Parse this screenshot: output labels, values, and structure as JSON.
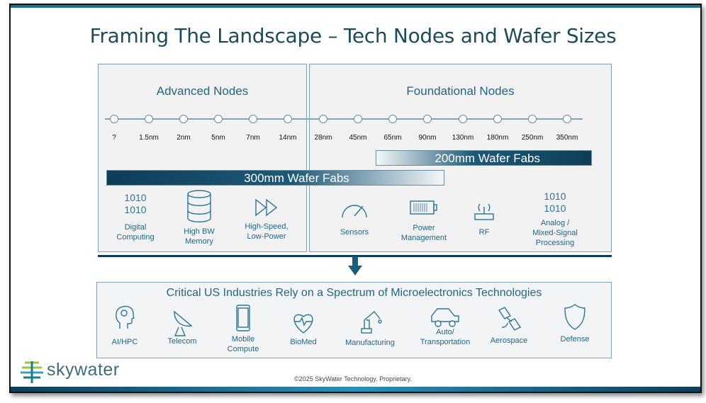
{
  "title": "Framing The Landscape – Tech Nodes and Wafer Sizes",
  "advanced": {
    "title": "Advanced Nodes",
    "apps": [
      {
        "icon": "binary-icon",
        "label": "Digital\nComputing"
      },
      {
        "icon": "database-icon",
        "label": "High BW\nMemory"
      },
      {
        "icon": "fast-forward-icon",
        "label": "High-Speed,\nLow-Power"
      }
    ]
  },
  "foundational": {
    "title": "Foundational Nodes",
    "apps": [
      {
        "icon": "gauge-icon",
        "label": "Sensors"
      },
      {
        "icon": "battery-icon",
        "label": "Power\nManagement"
      },
      {
        "icon": "router-icon",
        "label": "RF"
      },
      {
        "icon": "binary-icon",
        "label": "Analog /\nMixed-Signal\nProcessing"
      }
    ]
  },
  "nodes": [
    "?",
    "1.5nm",
    "2nm",
    "5nm",
    "7nm",
    "14nm",
    "28nm",
    "45nm",
    "65nm",
    "90nm",
    "130nm",
    "180nm",
    "250nm",
    "350nm"
  ],
  "wafer_200": "200mm Wafer Fabs",
  "wafer_300": "300mm Wafer Fabs",
  "industries": {
    "title": "Critical US Industries Rely on a Spectrum of Microelectronics Technologies",
    "items": [
      {
        "icon": "ai-head-icon",
        "label": "AI/HPC"
      },
      {
        "icon": "satellite-dish-icon",
        "label": "Telecom"
      },
      {
        "icon": "mobile-phone-icon",
        "label": "Mobile\nCompute"
      },
      {
        "icon": "heart-pulse-icon",
        "label": "BioMed"
      },
      {
        "icon": "robot-arm-icon",
        "label": "Manufacturing"
      },
      {
        "icon": "car-icon",
        "label": "Auto/\nTransportation"
      },
      {
        "icon": "satellite-icon",
        "label": "Aerospace"
      },
      {
        "icon": "shield-icon",
        "label": "Defense"
      }
    ]
  },
  "logo": "skywater",
  "footer": "©2025 SkyWater Technology. Proprietary.",
  "colors": {
    "primary": "#1f6585",
    "dark": "#0f3d57"
  }
}
